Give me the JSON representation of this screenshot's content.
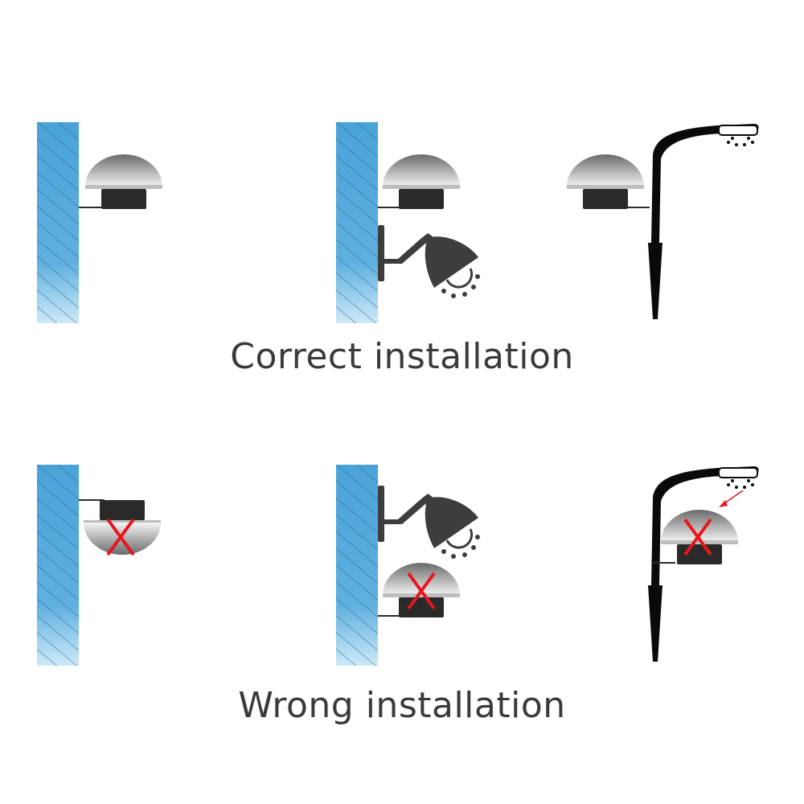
{
  "captions": {
    "correct": "Correct installation",
    "wrong": "Wrong installation"
  },
  "colors": {
    "wall_top": "#4aa3d8",
    "wall_bottom": "#c5e5f7",
    "wall_hatch": "#1f5e8a",
    "sensor_dome_top": "#6e6e6e",
    "sensor_dome_bottom": "#f2f2f2",
    "sensor_base": "#2a2a2a",
    "lamp": "#3d3d3d",
    "pole": "#0a0a0a",
    "wrong_mark": "#e8151b",
    "caption_text": "#3a3a3a"
  },
  "correct_panels": [
    {
      "name": "wall-mounted-sensor-upright",
      "icons": [
        "wall-icon",
        "sensor-icon"
      ]
    },
    {
      "name": "wall-sensor-above-lamp",
      "icons": [
        "wall-icon",
        "sensor-icon",
        "wall-lamp-icon"
      ]
    },
    {
      "name": "sensor-on-pole-below-streetlight",
      "icons": [
        "sensor-icon",
        "street-light-icon"
      ]
    }
  ],
  "wrong_panels": [
    {
      "name": "wall-mounted-sensor-upside-down",
      "icons": [
        "wall-icon",
        "sensor-icon",
        "wrong-mark-icon"
      ]
    },
    {
      "name": "wall-sensor-below-lamp",
      "icons": [
        "wall-icon",
        "wall-lamp-icon",
        "sensor-icon",
        "wrong-mark-icon"
      ]
    },
    {
      "name": "sensor-facing-streetlight",
      "icons": [
        "street-light-icon",
        "sensor-icon",
        "wrong-mark-icon",
        "light-arrow-icon"
      ]
    }
  ]
}
